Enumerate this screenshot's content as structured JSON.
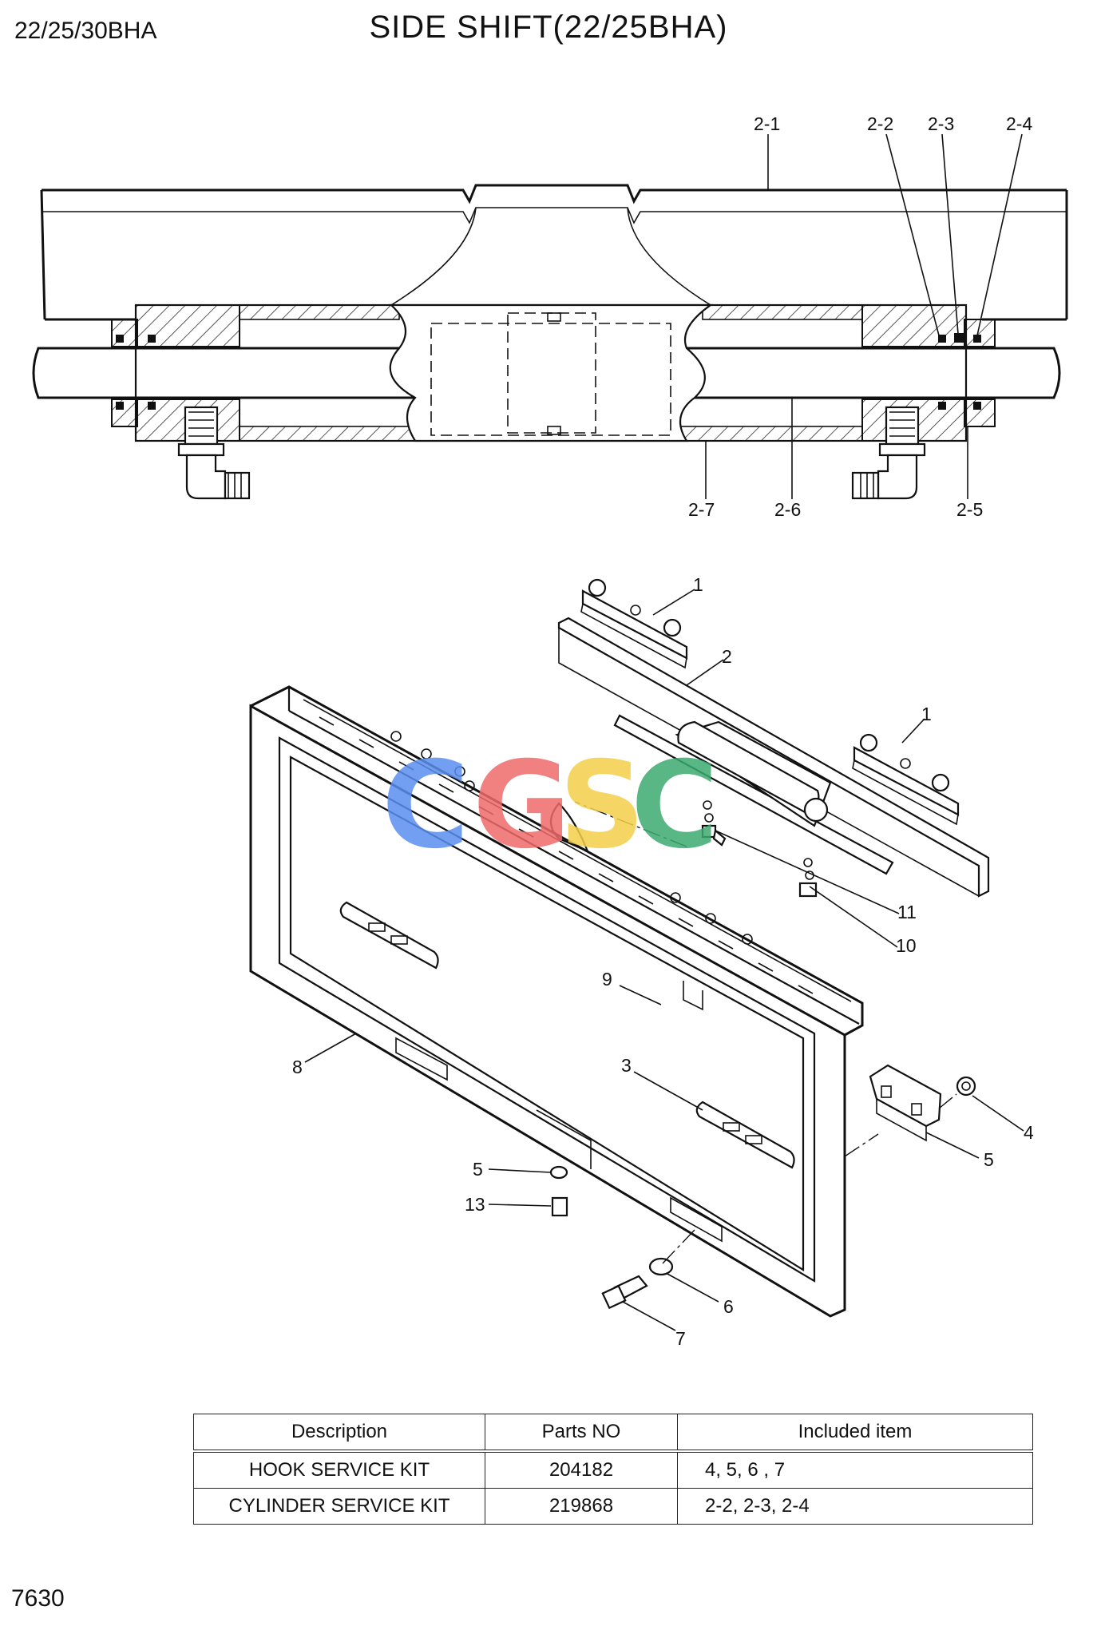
{
  "header": {
    "model": "22/25/30BHA",
    "title": "SIDE SHIFT(22/25BHA)"
  },
  "page_number": "7630",
  "watermark": {
    "letters": [
      "C",
      "G",
      "S",
      "C"
    ],
    "colors": [
      "#5b8ff0",
      "#ef6a6a",
      "#f4cf4a",
      "#3daa70"
    ]
  },
  "callouts": {
    "c2_1": "2-1",
    "c2_2": "2-2",
    "c2_3": "2-3",
    "c2_4": "2-4",
    "c2_5": "2-5",
    "c2_6": "2-6",
    "c2_7": "2-7",
    "c1a": "1",
    "c1b": "1",
    "c2": "2",
    "c3": "3",
    "c4": "4",
    "c5a": "5",
    "c5b": "5",
    "c6": "6",
    "c7": "7",
    "c8": "8",
    "c9": "9",
    "c10": "10",
    "c11": "11",
    "c13": "13"
  },
  "kits_table": {
    "headers": [
      "Description",
      "Parts NO",
      "Included item"
    ],
    "rows": [
      {
        "description": "HOOK SERVICE KIT",
        "part_no": "204182",
        "included": "4, 5, 6 , 7"
      },
      {
        "description": "CYLINDER SERVICE KIT",
        "part_no": "219868",
        "included": "2-2, 2-3, 2-4"
      }
    ]
  }
}
